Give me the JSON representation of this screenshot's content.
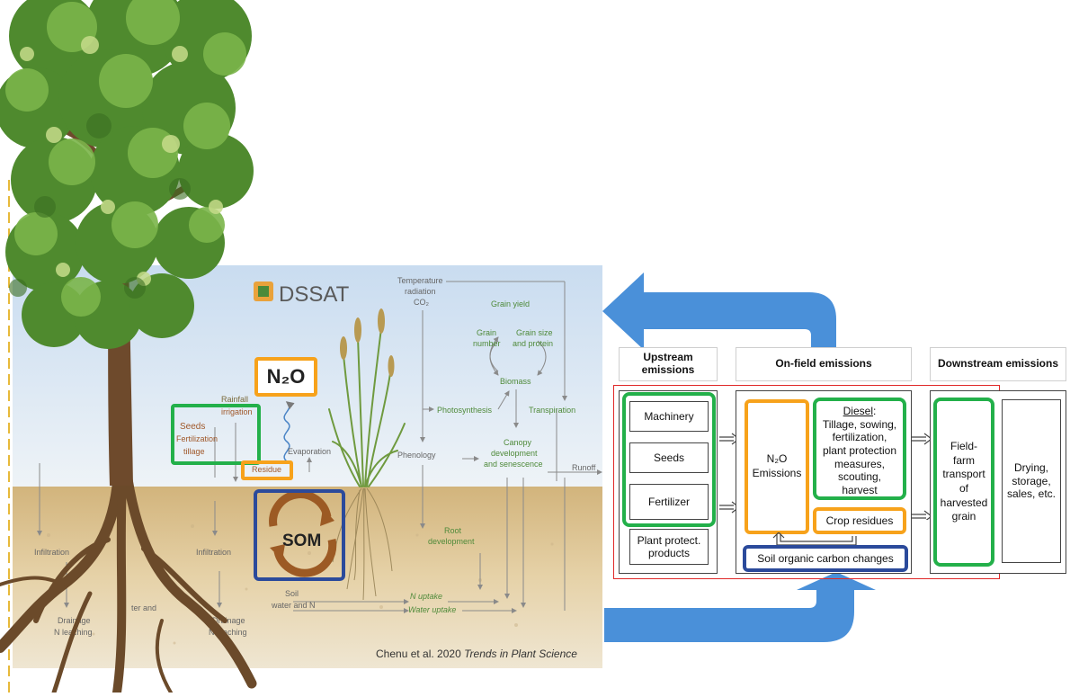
{
  "dssat": {
    "logo_text": "DSSAT",
    "n2o_label": "N₂O",
    "som_label": "SOM",
    "labels": {
      "rainfall": "Rainfall",
      "irrigation": "irrigation",
      "seeds": "Seeds",
      "fertilization": "Fertilization",
      "tillage": "tillage",
      "residue": "Residue",
      "evaporation": "Evaporation",
      "temperature": "Temperature",
      "radiation": "radiation",
      "co2": "CO₂",
      "grain_yield": "Grain yield",
      "grain_number": "Grain",
      "grain_number2": "number",
      "grain_size": "Grain size",
      "grain_size2": "and protein",
      "biomass": "Biomass",
      "photosynthesis": "Photosynthesis",
      "transpiration": "Transpiration",
      "phenology": "Phenology",
      "canopy1": "Canopy",
      "canopy2": "development",
      "canopy3": "and senescence",
      "runoff": "Runoff",
      "root1": "Root",
      "root2": "development",
      "infiltration": "Infiltration",
      "soil1": "Soil",
      "soil2": "water and N",
      "n_uptake": "N uptake",
      "water_uptake": "Water uptake",
      "drainage1": "Drainage",
      "drainage2": "N leaching",
      "water_and": "ter and"
    },
    "citation_prefix": "Chenu et al. 2020 ",
    "citation_journal": "Trends in Plant Science"
  },
  "lca": {
    "headers": {
      "upstream": "Upstream emissions",
      "onfield": "On-field emissions",
      "downstream": "Downstream emissions"
    },
    "upstream_items": [
      "Machinery",
      "Seeds",
      "Fertilizer",
      "Plant protect. products"
    ],
    "n2o_emissions": "N₂O Emissions",
    "diesel_title": "Diesel",
    "diesel_text": "Tillage, sowing, fertilization, plant protection measures, scouting, harvest",
    "crop_residues": "Crop residues",
    "soil_carbon": "Soil organic carbon changes",
    "transport": "Field-farm transport of harvested grain",
    "drying": "Drying, storage, sales, etc."
  }
}
